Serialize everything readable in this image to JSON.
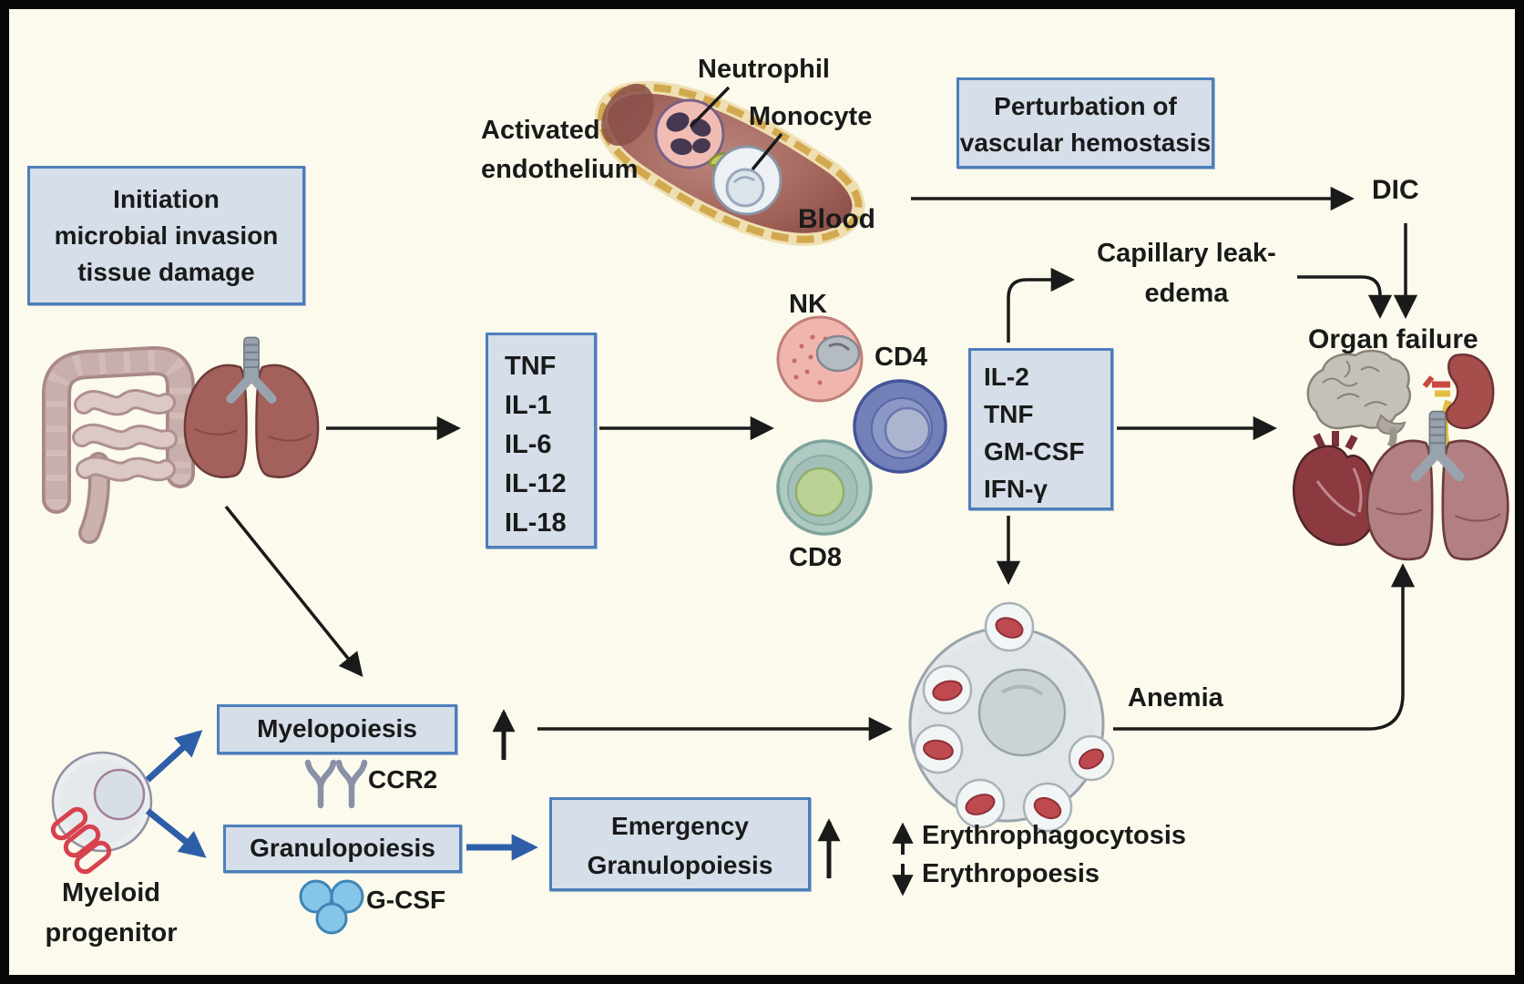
{
  "palette": {
    "background": "#FBFAEC",
    "frame": "#060606",
    "box_fill": "#D5DEE9",
    "box_border": "#4D7EBB",
    "text": "#1A1A1A",
    "black_arrow": "#1A1A1A",
    "blue_arrow": "#2E5EA8",
    "vessel_wall": "#D2A94E",
    "gcsf_dot": "#85C6E8"
  },
  "boxes": {
    "initiation": {
      "line1": "Initiation",
      "line2": "microbial invasion",
      "line3": "tissue damage"
    },
    "innate_cytokines": {
      "items": [
        "TNF",
        "IL-1",
        "IL-6",
        "IL-12",
        "IL-18"
      ]
    },
    "effector_cytokines": {
      "items": [
        "IL-2",
        "TNF",
        "GM-CSF",
        "IFN-γ"
      ]
    },
    "perturbation": {
      "line1": "Perturbation of",
      "line2": "vascular hemostasis"
    },
    "myelopoiesis": {
      "label": "Myelopoiesis"
    },
    "granulopoiesis": {
      "label": "Granulopoiesis"
    },
    "emergency_granulopoiesis": {
      "line1": "Emergency",
      "line2": "Granulopoiesis"
    }
  },
  "labels": {
    "neutrophil": "Neutrophil",
    "monocyte": "Monocyte",
    "activated_endothelium_line1": "Activated",
    "activated_endothelium_line2": "endothelium",
    "blood": "Blood",
    "dic": "DIC",
    "capillary_leak_line1": "Capillary leak-",
    "capillary_leak_line2": "edema",
    "organ_failure": "Organ failure",
    "nk": "NK",
    "cd4": "CD4",
    "cd8": "CD8",
    "anemia": "Anemia",
    "erythrophagocytosis": "Erythrophagocytosis",
    "erythropoesis": "Erythropoesis",
    "myeloid_line1": "Myeloid",
    "myeloid_line2": "progenitor",
    "ccr2": "CCR2",
    "gcsf": "G-CSF"
  }
}
